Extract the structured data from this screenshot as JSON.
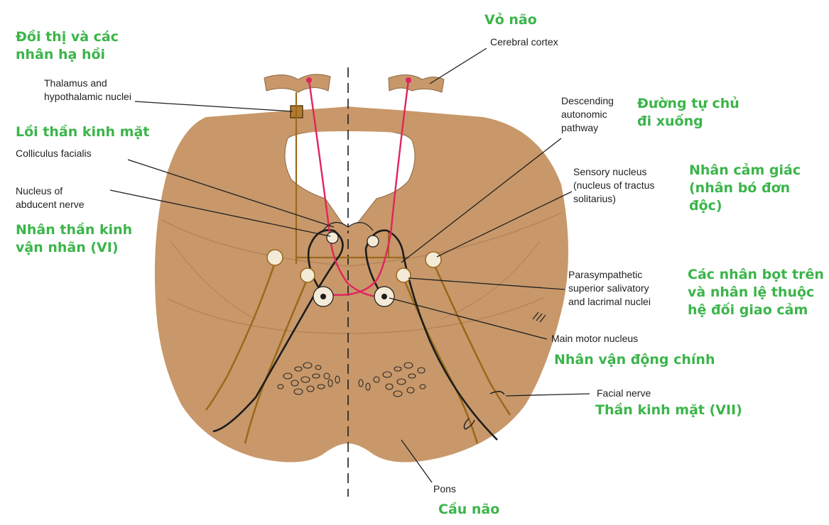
{
  "labels_en": {
    "cerebral_cortex": "Cerebral cortex",
    "thalamus": "Thalamus and\nhypothalamic nuclei",
    "colliculus_facialis": "Colliculus facialis",
    "abducent_nucleus": "Nucleus of\nabducent nerve",
    "descending_pathway": "Descending\nautonomic\npathway",
    "sensory_nucleus": "Sensory nucleus\n(nucleus of tractus\nsolitarius)",
    "parasympathetic_nuclei": "Parasympathetic\nsuperior salivatory\nand lacrimal nuclei",
    "main_motor_nucleus": "Main motor nucleus",
    "facial_nerve": "Facial nerve",
    "pons": "Pons"
  },
  "labels_vi": {
    "cerebral_cortex": "Vỏ não",
    "thalamus": "Đồi thị và các\nnhân hạ hồi",
    "colliculus_facialis": "Lồi thần kinh mặt",
    "abducent_nucleus": "Nhân thần kinh\nvận nhãn (VI)",
    "descending_pathway": "Đường tự chủ\nđi xuống",
    "sensory_nucleus": "Nhân cảm giác\n(nhân bó đơn\nđộc)",
    "parasympathetic_nuclei": "Các nhân bọt trên\nvà nhân lệ thuộc\nhệ đối giao cảm",
    "main_motor_nucleus": "Nhân vận động chính",
    "facial_nerve": "Thần kinh mặt (VII)",
    "pons": "Cầu não"
  },
  "colors": {
    "tissue": "#c8986a",
    "tissue_shadow": "#b5845a",
    "nerve_brown": "#9a6a1c",
    "motor_black": "#1c1c1c",
    "corticobulbar_red": "#e0245e",
    "vietnamese_label": "#3bb54a",
    "leader_line": "#1f1f1f"
  }
}
